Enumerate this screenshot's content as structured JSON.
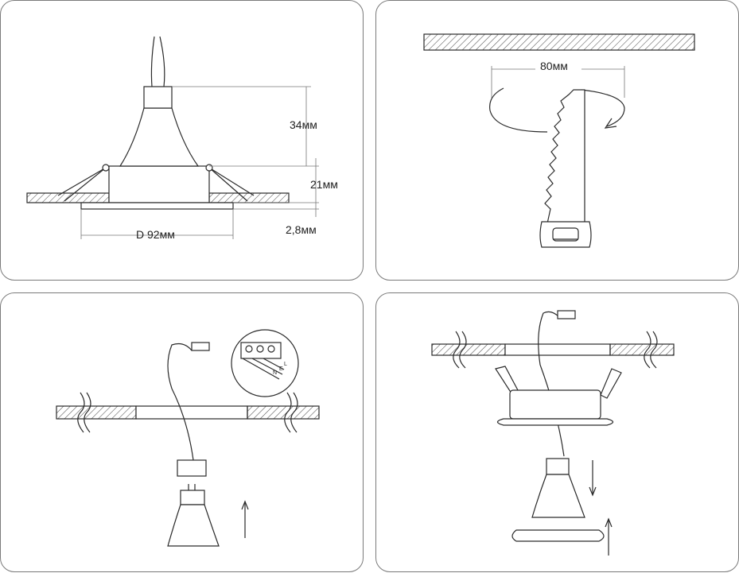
{
  "panels": [
    {
      "id": "dimensions"
    },
    {
      "id": "cutout"
    },
    {
      "id": "wiring"
    },
    {
      "id": "mounting"
    }
  ],
  "dimensions": {
    "height_top": "34мм",
    "height_mid": "21мм",
    "flange": "2,8мм",
    "diameter": "D 92мм"
  },
  "cutout": {
    "hole_diameter": "80мм"
  },
  "wiring": {
    "terminal_labels": [
      "L",
      "E",
      "N"
    ]
  },
  "colors": {
    "stroke": "#2a2a2a",
    "frame": "#7a7a7a",
    "hatch": "#555555"
  }
}
